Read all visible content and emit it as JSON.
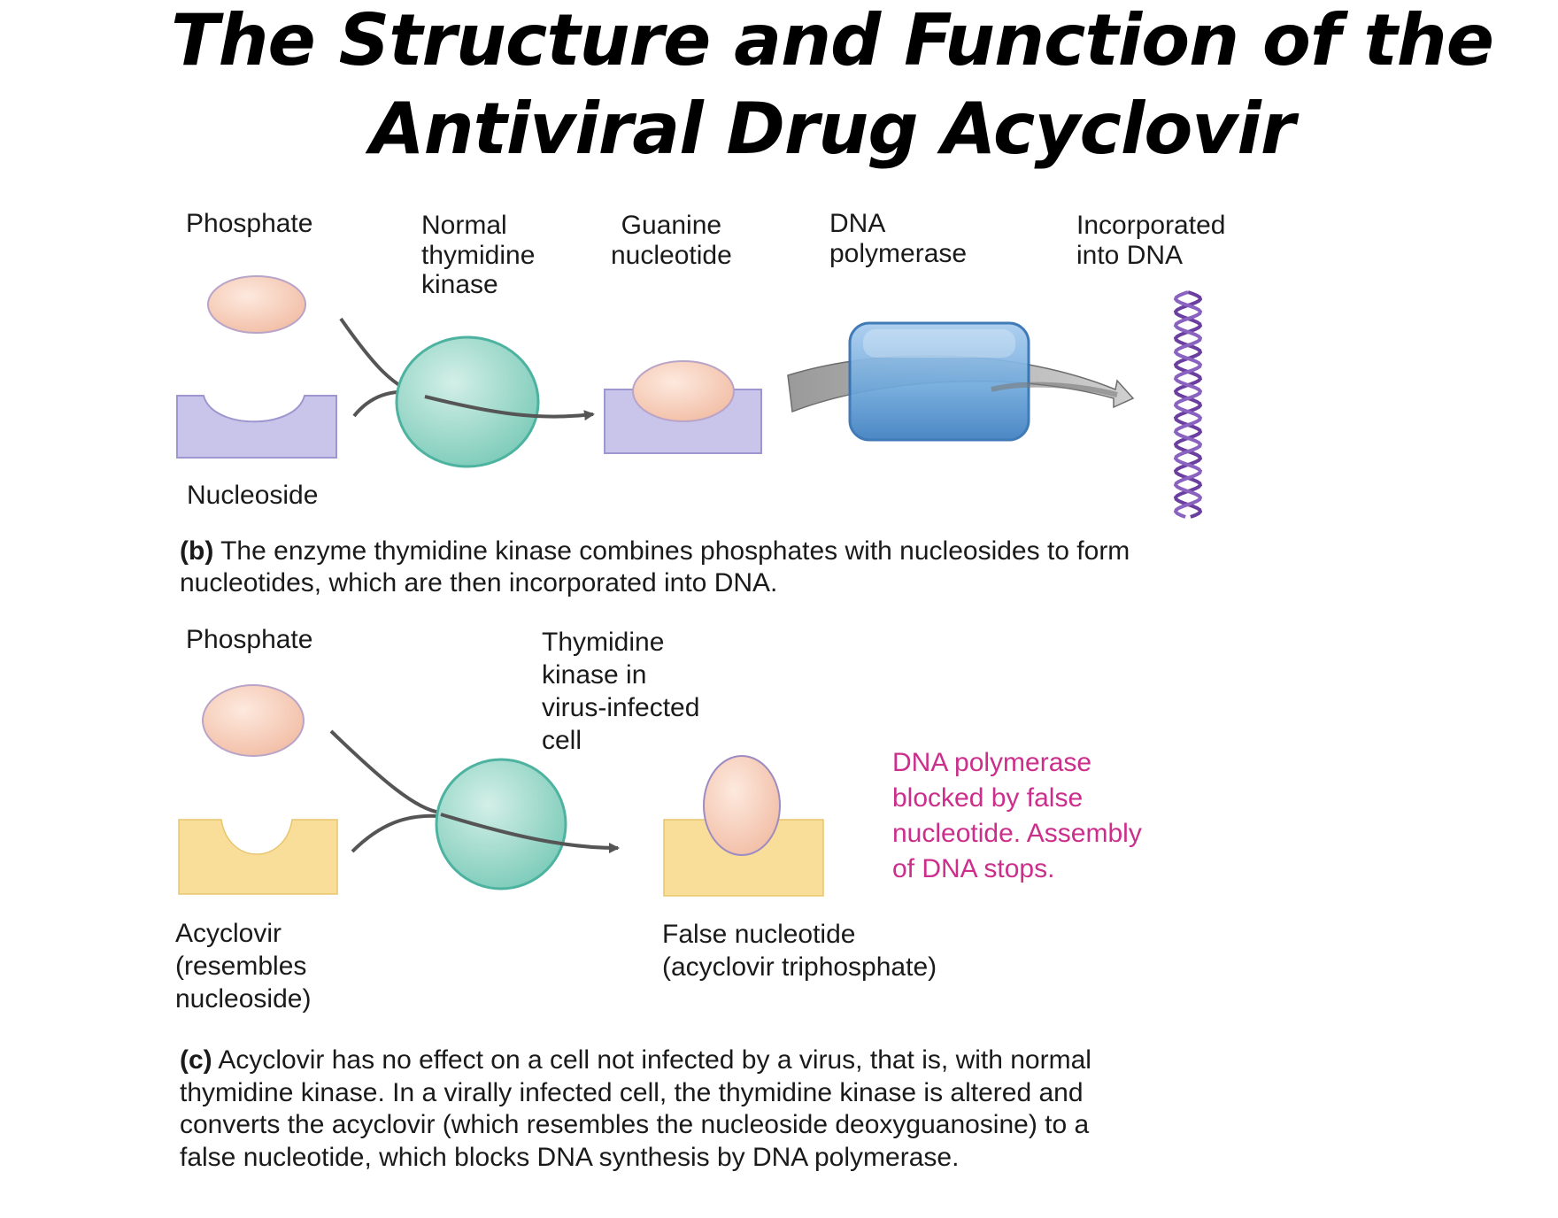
{
  "title": {
    "line1": "The Structure and Function of the",
    "line2": "Antiviral Drug Acyclovir"
  },
  "panel_b": {
    "phosphate": "Phosphate",
    "nucleoside": "Nucleoside",
    "kinase": "Normal\nthymidine\nkinase",
    "guanine_nucleotide": "Guanine\nnucleotide",
    "dna_polymerase": "DNA\npolymerase",
    "incorporated": "Incorporated\ninto DNA",
    "caption_letter": "(b)",
    "caption_text": "The enzyme thymidine kinase combines phosphates with nucleosides to form nucleotides, which are then incorporated into DNA."
  },
  "panel_c": {
    "phosphate": "Phosphate",
    "kinase": "Thymidine\nkinase in\nvirus-infected\ncell",
    "acyclovir": "Acyclovir\n(resembles\nnucleoside)",
    "false_nucleotide": "False nucleotide\n(acyclovir triphosphate)",
    "blocked_note": "DNA polymerase\nblocked by false\nnucleotide. Assembly\nof DNA stops.",
    "caption_letter": "(c)",
    "caption_text": "Acyclovir has no effect on a cell not infected by a virus, that is, with normal thymidine kinase. In a virally infected cell, the thymidine kinase is altered and converts the acyclovir (which resembles the nucleoside deoxyguanosine) to a false nucleotide, which blocks DNA synthesis by DNA polymerase."
  },
  "colors": {
    "phosphate_fill": "#f7cbb6",
    "nucleoside_fill": "#c9c5ea",
    "acyclovir_fill": "#f9de9a",
    "kinase_fill": "#a8dccf",
    "polymerase_fill": "#5b9fd6",
    "dna_helix": "#6b3fa0",
    "note_text": "#cc2e8c"
  }
}
